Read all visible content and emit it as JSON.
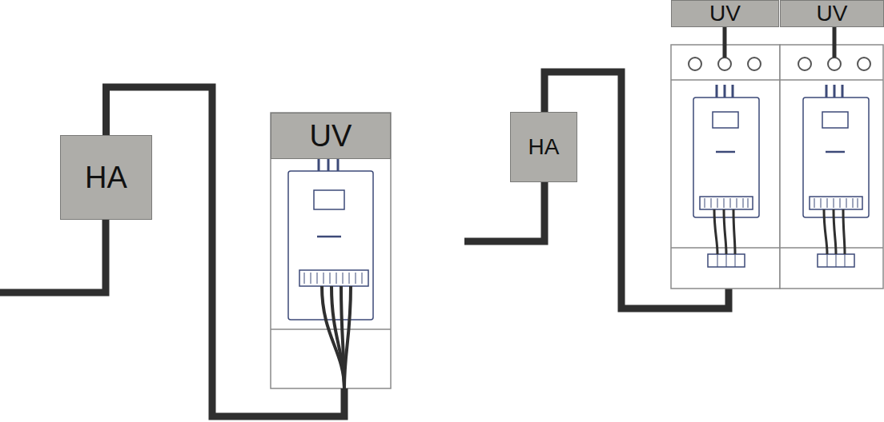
{
  "diagram": {
    "nodes": [
      {
        "text": [
          "HA"
        ]
      },
      {
        "text": [
          "UV"
        ]
      },
      {
        "text": [
          "HA"
        ]
      },
      {
        "text": [
          "UV"
        ]
      },
      {
        "text": [
          "UV"
        ]
      }
    ],
    "edges": [
      {
        "from": 0,
        "to": 1,
        "arrow": "none"
      }
    ]
  }
}
